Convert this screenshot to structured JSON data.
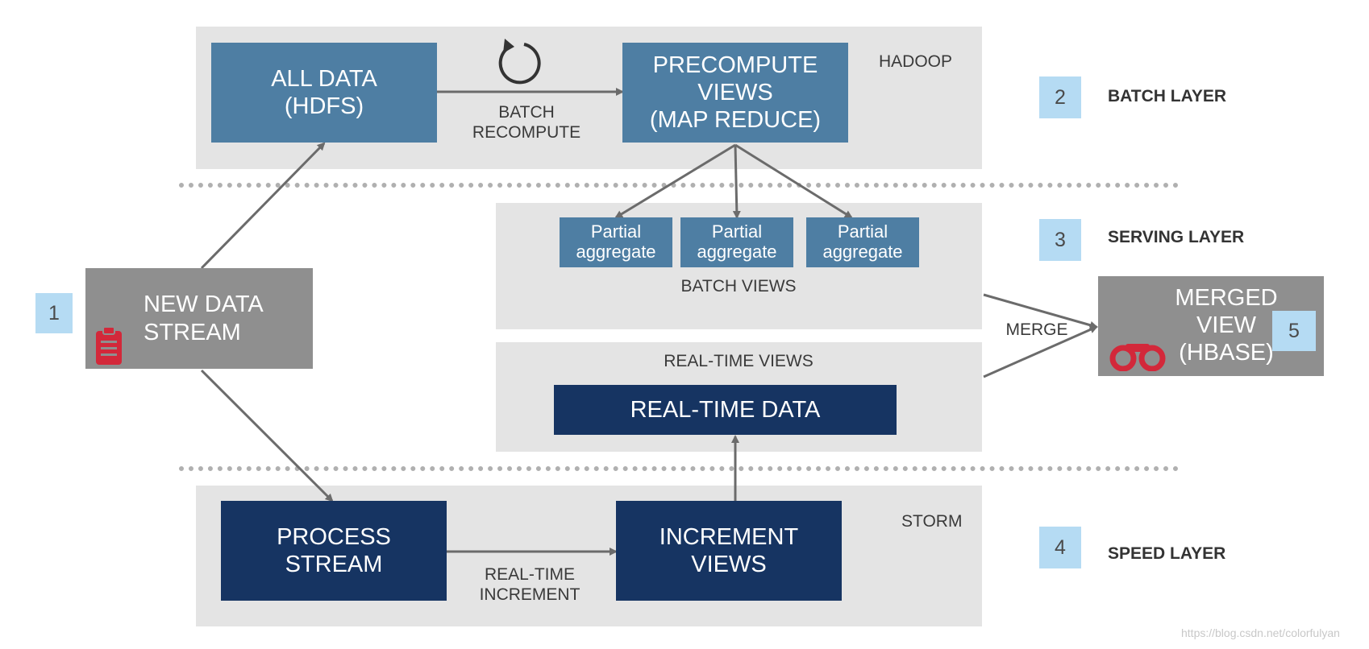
{
  "layers": [
    {
      "number": "2",
      "name": "BATCH LAYER"
    },
    {
      "number": "3",
      "name": "SERVING LAYER"
    },
    {
      "number": "4",
      "name": "SPEED LAYER"
    }
  ],
  "source": {
    "number": "1",
    "label": "NEW DATA\nSTREAM",
    "icon": "clipboard-icon"
  },
  "batch": {
    "tag": "HADOOP",
    "all_data": "ALL DATA\n(HDFS)",
    "precompute": "PRECOMPUTE\nVIEWS\n(MAP REDUCE)",
    "edge_label": "BATCH\nRECOMPUTE",
    "icon": "refresh-icon"
  },
  "serving": {
    "partials": [
      "Partial\naggregate",
      "Partial\naggregate",
      "Partial\naggregate"
    ],
    "batch_views": "BATCH VIEWS",
    "realtime_views": "REAL-TIME VIEWS",
    "realtime_data": "REAL-TIME DATA",
    "merge": "MERGE"
  },
  "merged": {
    "number": "5",
    "label": "MERGED\nVIEW\n(HBASE)",
    "icon": "binoculars-icon"
  },
  "speed": {
    "tag": "STORM",
    "process": "PROCESS\nSTREAM",
    "increment": "INCREMENT\nVIEWS",
    "edge_label": "REAL-TIME\nINCREMENT"
  },
  "watermark": "https://blog.csdn.net/colorfulyan",
  "colors": {
    "panel": "#e4e4e4",
    "mid_blue": "#4e7ea3",
    "dark_blue": "#163462",
    "gray": "#8f8f8f",
    "number_badge": "#b5dbf3",
    "accent_red": "#d3283a"
  }
}
